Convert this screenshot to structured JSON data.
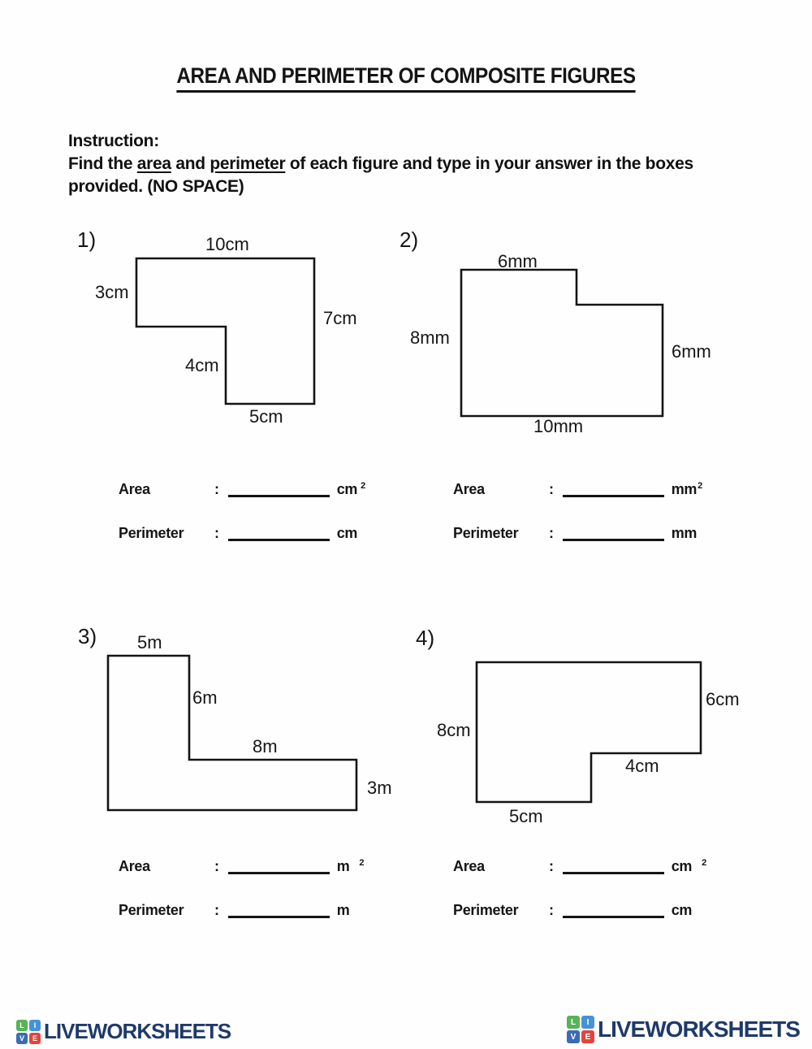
{
  "title": "AREA AND PERIMETER OF COMPOSITE FIGURES",
  "instruction": {
    "heading": "Instruction:",
    "part1": "Find the ",
    "underline1": "area",
    "part2": " and ",
    "underline2": "perimeter",
    "part3": " of each figure and type in your answer in the boxes",
    "line2": "provided. (NO SPACE)"
  },
  "problems": [
    {
      "number": "1)",
      "dims": {
        "top": "10cm",
        "left": "3cm",
        "right": "7cm",
        "inner": "4cm",
        "bottom": "5cm"
      },
      "area_label": "Area",
      "area_colon": ":",
      "area_unit": "cm",
      "area_sup": "2",
      "perimeter_label": "Perimeter",
      "perimeter_colon": ":",
      "perimeter_unit": "cm"
    },
    {
      "number": "2)",
      "dims": {
        "top": "6mm",
        "left": "8mm",
        "right": "6mm",
        "bottom": "10mm"
      },
      "area_label": "Area",
      "area_colon": ":",
      "area_unit": "mm",
      "area_sup": "2",
      "perimeter_label": "Perimeter",
      "perimeter_colon": ":",
      "perimeter_unit": "mm"
    },
    {
      "number": "3)",
      "dims": {
        "top": "5m",
        "inner": "6m",
        "middle": "8m",
        "right": "3m"
      },
      "area_label": "Area",
      "area_colon": ":",
      "area_unit": "m",
      "area_sup": "2",
      "perimeter_label": "Perimeter",
      "perimeter_colon": ":",
      "perimeter_unit": "m"
    },
    {
      "number": "4)",
      "dims": {
        "left": "8cm",
        "right": "6cm",
        "notch": "4cm",
        "bottom": "5cm"
      },
      "area_label": "Area",
      "area_colon": ":",
      "area_unit": "cm",
      "area_sup": "2",
      "perimeter_label": "Perimeter",
      "perimeter_colon": ":",
      "perimeter_unit": "cm"
    }
  ],
  "footer": {
    "brand": "LIVEWORKSHEETS",
    "logo_letters": [
      "L",
      "I",
      "V",
      "E"
    ],
    "colors": {
      "brand_text": "#1e3a6a",
      "tile_l": "#58b257",
      "tile_i": "#4593d4",
      "tile_v": "#3b6cb3",
      "tile_e": "#e2453d"
    }
  }
}
